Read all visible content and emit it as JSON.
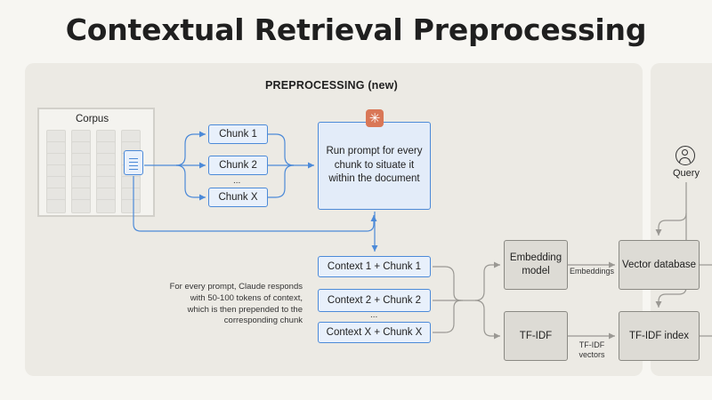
{
  "title": "Contextual Retrieval Preprocessing",
  "section_title": "PREPROCESSING (new)",
  "corpus": {
    "label": "Corpus"
  },
  "chunks": [
    "Chunk 1",
    "Chunk 2",
    "...",
    "Chunk X"
  ],
  "prompt_box": {
    "text": "Run prompt for every chunk to situate it within the document",
    "icon": "claude-asterisk-icon"
  },
  "contexts": [
    "Context 1 + Chunk 1",
    "Context 2 + Chunk 2",
    "...",
    "Context X + Chunk X"
  ],
  "note": "For every prompt, Claude responds with 50-100 tokens of context, which is then prepended to the corresponding chunk",
  "embedding_model": "Embedding model",
  "embeddings_label": "Embeddings",
  "vector_db": "Vector database",
  "tfidf": "TF-IDF",
  "tfidf_vectors_label": "TF-IDF vectors",
  "tfidf_index": "TF-IDF index",
  "query": {
    "label": "Query",
    "icon": "user-icon"
  },
  "colors": {
    "accent_blue": "#4c8ad8",
    "claude_orange": "#d97757",
    "panel": "#eceae4",
    "gray_box": "#dddbd5"
  }
}
